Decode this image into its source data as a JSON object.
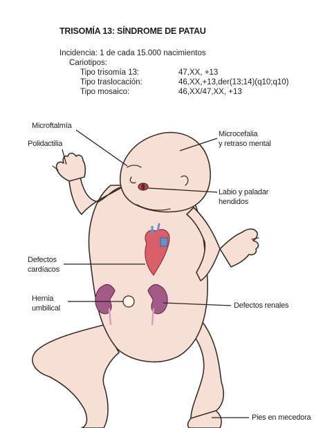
{
  "header": {
    "title": "TRISOMÍA 13: SÍNDROME DE PATAU",
    "incidence": "Incidencia: 1 de cada 15.000 nacimientos",
    "karyotypes_heading": "Cariotipos:",
    "karyotypes": [
      {
        "type": "Tipo trisomía 13:",
        "value": "47,XX, +13"
      },
      {
        "type": "Tipo traslocación:",
        "value": "46,XX,+13,der(13;14)(q10;q10)"
      },
      {
        "type": "Tipo mosaico:",
        "value": "46,XX/47,XX, +13"
      }
    ]
  },
  "labels": {
    "microphthalmia": "Microftalmía",
    "polydactyly": "Polidactilia",
    "microcephaly_line1": "Microcefalia",
    "microcephaly_line2": "y retraso mental",
    "cleft_line1": "Labio y paladar",
    "cleft_line2": "hendidos",
    "cardiac_line1": "Defectos",
    "cardiac_line2": "cardíacos",
    "hernia_line1": "Hernia",
    "hernia_line2": "umbilical",
    "renal": "Defectos renales",
    "rocker_feet": "Pies en mecedora"
  },
  "colors": {
    "skin": "#f7dfd5",
    "outline": "#3a2e2a",
    "heart": "#d9606a",
    "kidney": "#a45a86",
    "vessel": "#6a8ec9",
    "leader": "#222222"
  }
}
